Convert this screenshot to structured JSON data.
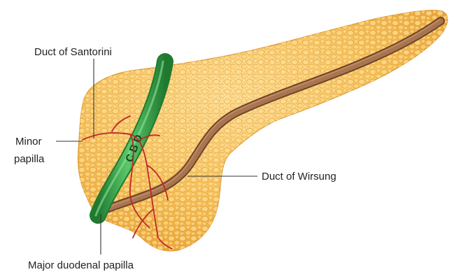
{
  "labels": {
    "duct_of_santorini": "Duct of Santorini",
    "minor_papilla_line1": "Minor",
    "minor_papilla_line2": "papilla",
    "duct_of_wirsung": "Duct of Wirsung",
    "major_duodenal_papilla": "Major duodenal papilla",
    "cbd": "C B D"
  },
  "colors": {
    "pancreas_fill": "#f2b84a",
    "pancreas_light": "#ffd98a",
    "pancreas_edge": "#d9962a",
    "cbd_green": "#3aa84a",
    "cbd_dark": "#1f7a30",
    "wirsung_brown": "#9b6a45",
    "wirsung_dark": "#6e452a",
    "santorini_red": "#c0282a",
    "leader_line": "#333333"
  }
}
